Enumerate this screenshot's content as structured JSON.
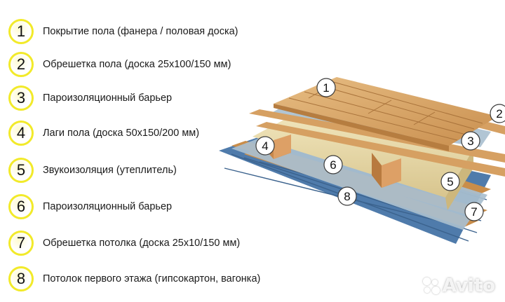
{
  "legend": [
    {
      "num": "1",
      "text": "Покрытие пола (фанера / половая доска)"
    },
    {
      "num": "2",
      "text": "Обрешетка пола (доска 25х100/150 мм)"
    },
    {
      "num": "3",
      "text": "Пароизоляционный барьер"
    },
    {
      "num": "4",
      "text": "Лаги пола (доска 50х150/200 мм)"
    },
    {
      "num": "5",
      "text": "Звукоизоляция (утеплитель)"
    },
    {
      "num": "6",
      "text": "Пароизоляционный барьер"
    },
    {
      "num": "7",
      "text": "Обрешетка потолка (доска 25х10/150 мм)"
    },
    {
      "num": "8",
      "text": "Потолок первого этажа (гипсокартон, вагонка)"
    }
  ],
  "diagram_tags": [
    "1",
    "2",
    "3",
    "4",
    "5",
    "6",
    "7",
    "8"
  ],
  "watermark": "Avito",
  "colors": {
    "badge_ring": "#f2ea2a",
    "wood": "#d9a86c",
    "insulation": "#e8dcae",
    "membrane": "#a9bfcf",
    "ceiling": "#4d79a8"
  }
}
